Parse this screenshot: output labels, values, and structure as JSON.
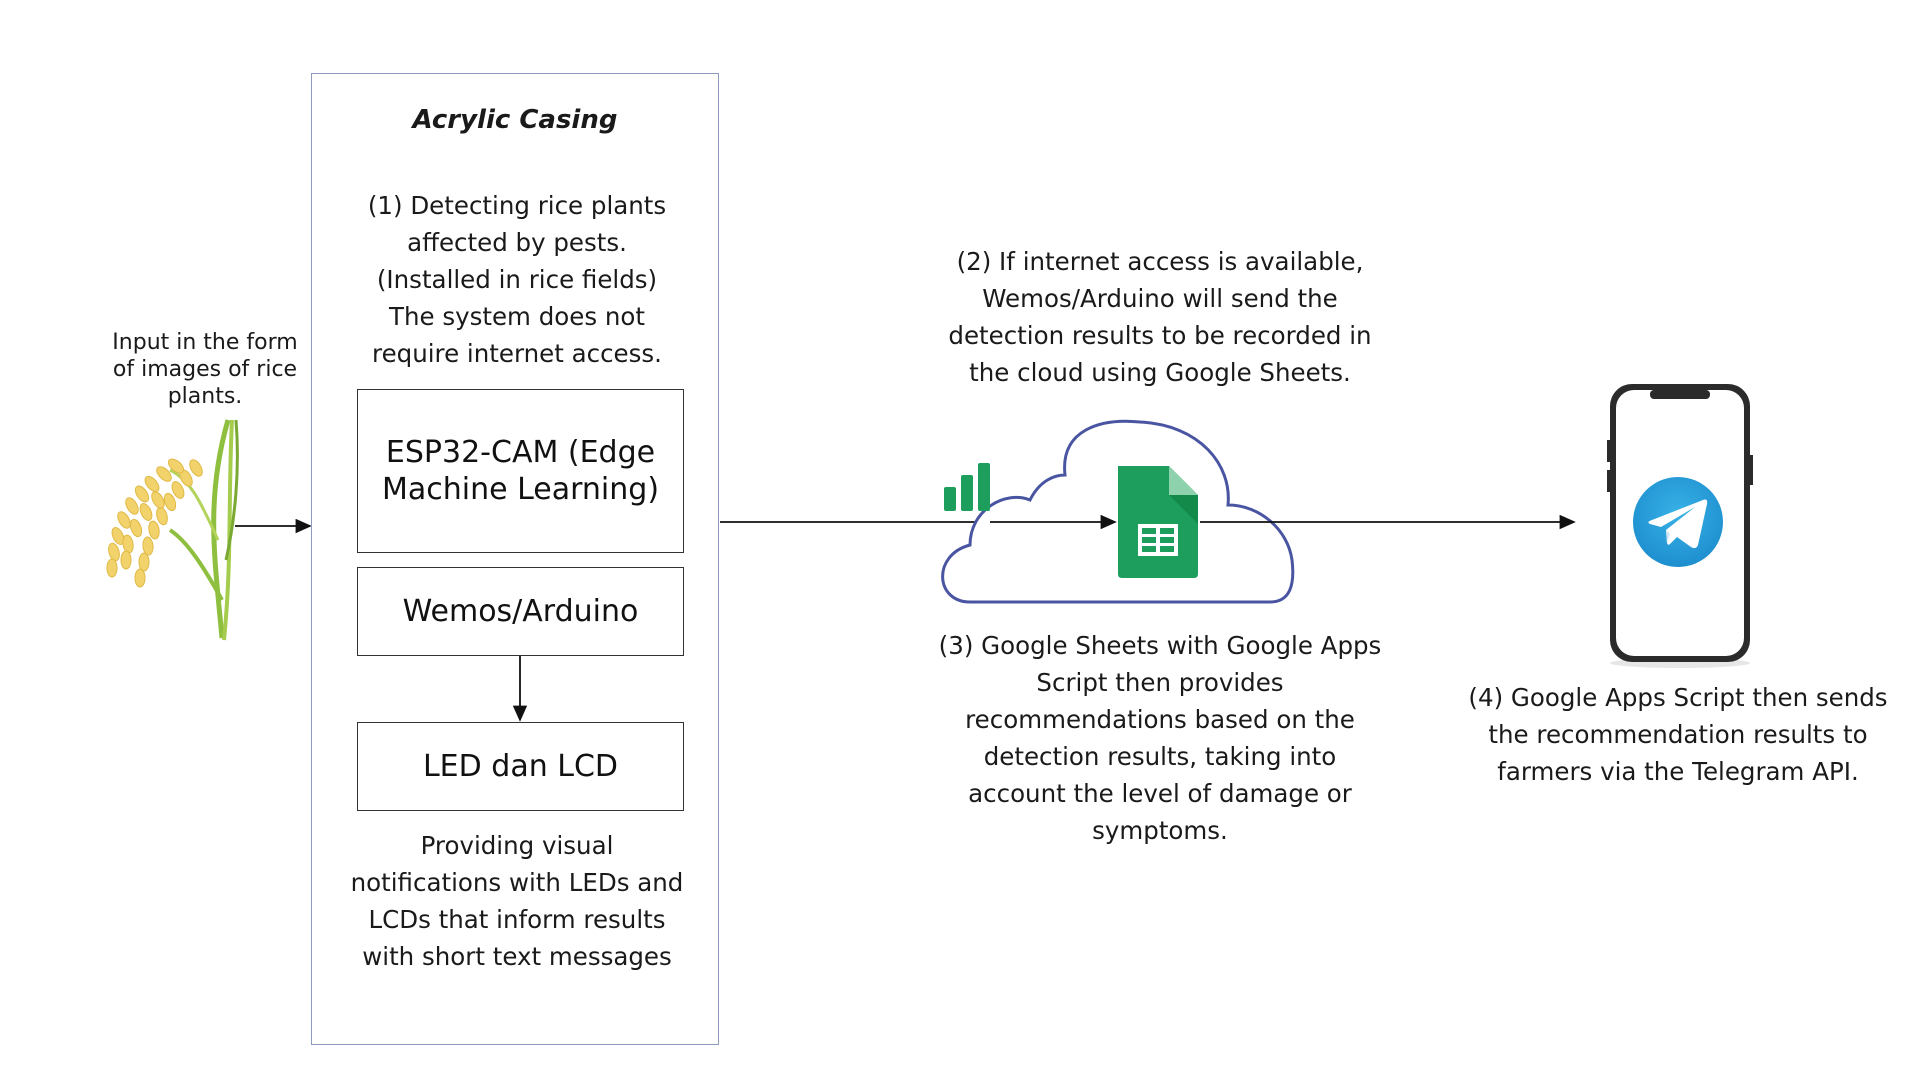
{
  "input_label": "Input in the form of images of rice plants.",
  "casing": {
    "title": "Acrylic Casing",
    "step1": "(1) Detecting rice plants affected by pests. (Installed in rice fields) The system does not require internet access.",
    "box_esp": "ESP32-CAM (Edge Machine Learning)",
    "box_wemos": "Wemos/Arduino",
    "box_led": "LED dan LCD",
    "notification": "Providing visual notifications with LEDs and LCDs that inform results with short text messages"
  },
  "step2": "(2) If internet access is available, Wemos/Arduino will send the detection results to be recorded in the cloud using Google Sheets.",
  "step3": "(3) Google Sheets with Google Apps Script then provides recommendations based on the detection results, taking into account the level of damage or symptoms.",
  "step4": "(4) Google Apps Script then sends the recommendation results to farmers via the Telegram API.",
  "colors": {
    "sheets_green": "#1e9e5c",
    "sheets_dark": "#138a4a",
    "cloud_stroke": "#4a55a2",
    "telegram_blue": "#2aa3df",
    "rice_yellow": "#f2d36b",
    "rice_green": "#8fbf3f",
    "casing_border": "#8e9ac0"
  },
  "icons": [
    "rice-plant-icon",
    "bar-chart-icon",
    "cloud-icon",
    "google-sheets-icon",
    "smartphone-icon",
    "telegram-icon"
  ]
}
